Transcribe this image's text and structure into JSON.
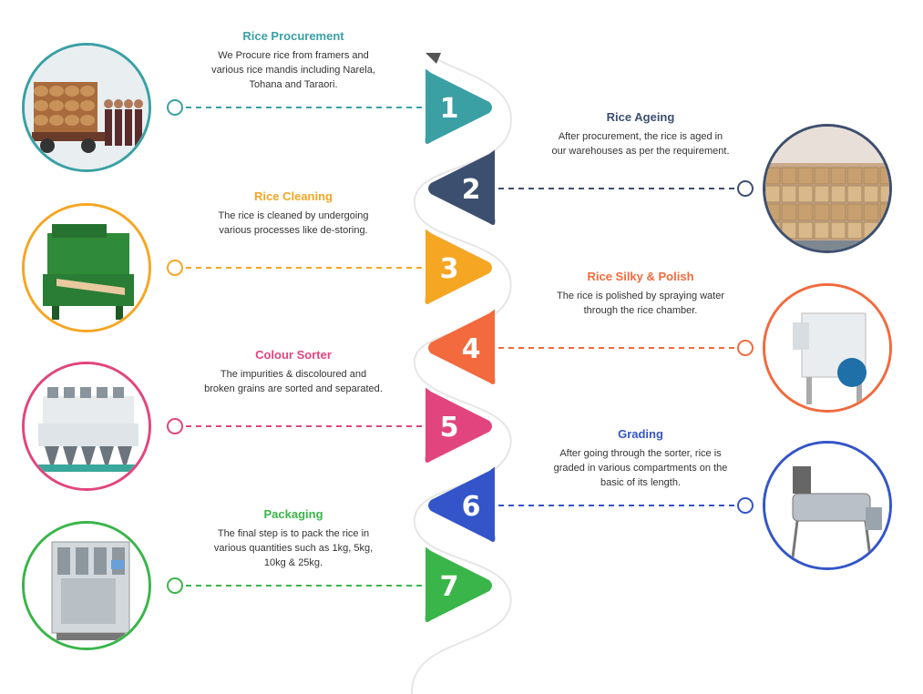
{
  "steps": [
    {
      "number": "1",
      "title": "Rice Procurement",
      "desc": [
        "We Procure rice from framers and",
        "various rice mandis including Narela,",
        "Tohana and Taraori."
      ],
      "color": "#3aa0a4",
      "icon": "truck-loading-photo"
    },
    {
      "number": "2",
      "title": "Rice Ageing",
      "desc": [
        "After procurement, the rice is aged in",
        "our warehouses as per the requirement."
      ],
      "color": "#3d4f6e",
      "icon": "warehouse-photo"
    },
    {
      "number": "3",
      "title": "Rice Cleaning",
      "desc": [
        "The rice is cleaned by undergoing",
        "various processes like de-storing."
      ],
      "color": "#f5a623",
      "icon": "cleaning-machine-photo"
    },
    {
      "number": "4",
      "title": "Rice Silky & Polish",
      "desc": [
        "The rice is polished by spraying water",
        "through the rice chamber."
      ],
      "color": "#f26a3d",
      "icon": "polishing-machine-photo"
    },
    {
      "number": "5",
      "title": "Colour Sorter",
      "desc": [
        "The impurities & discoloured and",
        "broken grains are sorted and separated."
      ],
      "color": "#e2457d",
      "icon": "colour-sorter-photo"
    },
    {
      "number": "6",
      "title": "Grading",
      "desc": [
        "After going through the sorter, rice is",
        "graded in various compartments on the",
        "basic of its length."
      ],
      "color": "#3455c9",
      "icon": "grading-machine-photo"
    },
    {
      "number": "7",
      "title": "Packaging",
      "desc": [
        "The final step is to pack the rice in",
        "various quantities such as 1kg, 5kg,",
        "10kg & 25kg."
      ],
      "color": "#3ab54a",
      "icon": "packaging-machine-photo"
    }
  ]
}
